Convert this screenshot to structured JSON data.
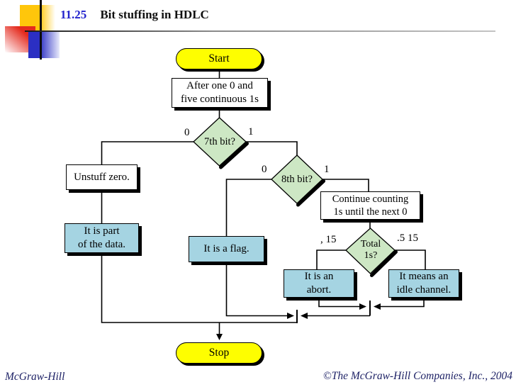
{
  "colors": {
    "terminal_yellow": "#FEFE00",
    "decision_green": "#CDE7C4",
    "result_blue": "#A5D4E2",
    "slide_number_blue": "#2222CC",
    "footer_text_blue": "#1E2266"
  },
  "header": {
    "slide_number": "11.25",
    "title": "Bit stuffing in HDLC"
  },
  "flowchart": {
    "start_label": "Start",
    "stop_label": "Stop",
    "after": {
      "line1": "After one 0 and",
      "line2": "five continuous 1s"
    },
    "unstuff_label": "Unstuff zero.",
    "part": {
      "line1": "It is part",
      "line2": "of the data."
    },
    "flag_label": "It is a flag.",
    "continue": {
      "line1": "Continue counting",
      "line2": "1s until the next 0"
    },
    "abort": {
      "line1": "It is an",
      "line2": "abort."
    },
    "idle": {
      "line1": "It means an",
      "line2": "idle channel."
    },
    "d7": {
      "label": "7th bit?",
      "branch0": "0",
      "branch1": "1"
    },
    "d8": {
      "label": "8th bit?",
      "branch0": "0",
      "branch1": "1"
    },
    "total": {
      "line1": "Total",
      "line2": "1s?",
      "branch_low": ", 15",
      "branch_high": ".5 15"
    }
  },
  "footer": {
    "left": "McGraw-Hill",
    "right": "©The McGraw-Hill Companies, Inc., 2004"
  }
}
